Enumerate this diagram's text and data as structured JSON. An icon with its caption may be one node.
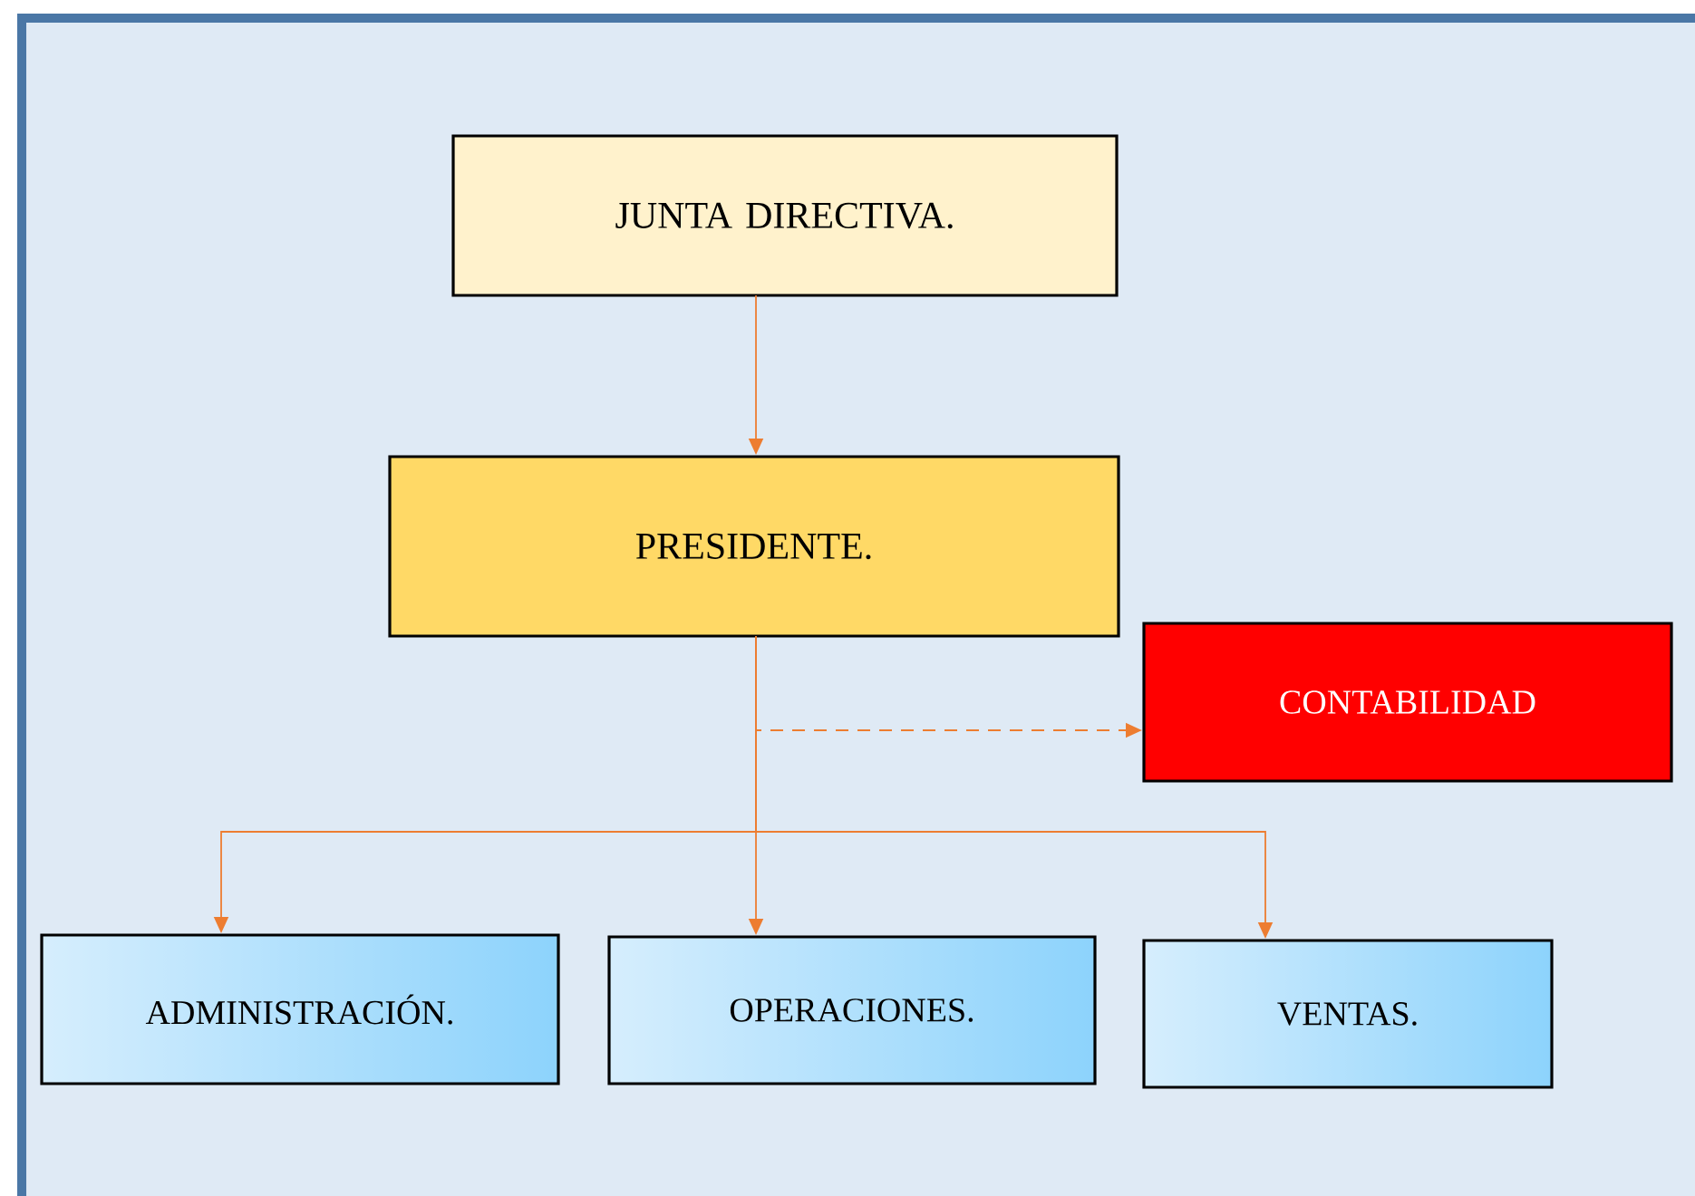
{
  "diagram": {
    "nodes": [
      {
        "text": [
          "JUNTA DIRECTIVA."
        ]
      },
      {
        "text": [
          "PRESIDENTE."
        ]
      },
      {
        "text": [
          "CONTABILIDAD"
        ]
      },
      {
        "text": [
          "ADMINISTRACIÓN."
        ]
      },
      {
        "text": [
          "OPERACIONES."
        ]
      },
      {
        "text": [
          "VENTAS."
        ]
      }
    ],
    "edges": [
      {
        "from": 0,
        "to": 1,
        "arrow": "to"
      },
      {
        "from": 1,
        "to": 2,
        "arrow": "to",
        "style": "dashed"
      },
      {
        "from": 1,
        "to": 3,
        "arrow": "to"
      },
      {
        "from": 1,
        "to": 4,
        "arrow": "to"
      },
      {
        "from": 1,
        "to": 5,
        "arrow": "to"
      }
    ]
  }
}
